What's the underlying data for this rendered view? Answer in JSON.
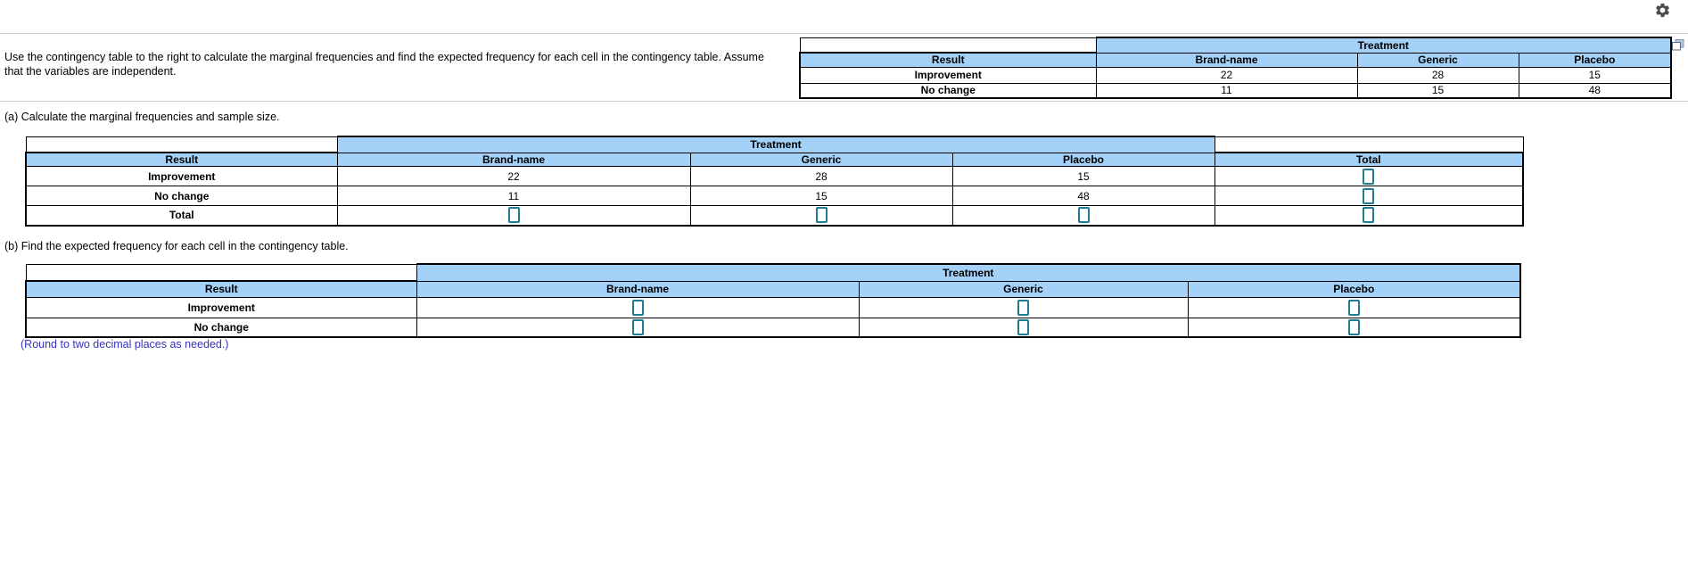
{
  "problem": {
    "text_line1": "Use the contingency table to the right to calculate the marginal frequencies and find the expected frequency for each cell in the contingency table. Assume",
    "text_line2": "that the variables are independent."
  },
  "colors": {
    "header_blue": "#a3d1f7",
    "input_border_teal": "#1c7f91",
    "note_blue": "#3434bd"
  },
  "icons": {
    "settings": "gear-icon",
    "enlarge_table": "pop-out-icon"
  },
  "contingency_table": {
    "group_header": "Treatment",
    "col_headers": [
      "Result",
      "Brand-name",
      "Generic",
      "Placebo"
    ],
    "rows": [
      {
        "label": "Improvement",
        "values": [
          "22",
          "28",
          "15"
        ]
      },
      {
        "label": "No change",
        "values": [
          "11",
          "15",
          "48"
        ]
      }
    ]
  },
  "part_a": {
    "prompt": "(a) Calculate the marginal frequencies and sample size.",
    "table": {
      "group_header": "Treatment",
      "col_headers": [
        "Result",
        "Brand-name",
        "Generic",
        "Placebo",
        "Total"
      ],
      "rows": [
        {
          "label": "Improvement",
          "values": [
            "22",
            "28",
            "15"
          ]
        },
        {
          "label": "No change",
          "values": [
            "11",
            "15",
            "48"
          ]
        },
        {
          "label": "Total"
        }
      ]
    }
  },
  "part_b": {
    "prompt": "(b) Find the expected frequency for each cell in the contingency table.",
    "table": {
      "group_header": "Treatment",
      "col_headers": [
        "Result",
        "Brand-name",
        "Generic",
        "Placebo"
      ],
      "row_labels": [
        "Improvement",
        "No change"
      ]
    },
    "note": "(Round to two decimal places as needed.)"
  }
}
